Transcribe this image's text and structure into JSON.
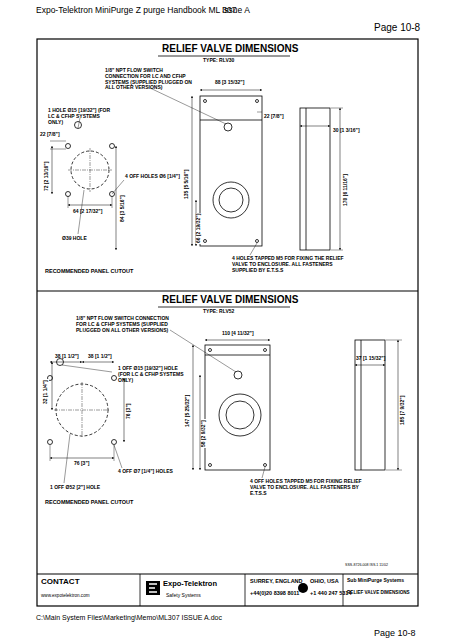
{
  "diagram": {
    "labels": [
      "Expo-Telektron MiniPurge Z purge Handbook ML 307",
      "Issue A",
      "Page 10-8",
      "RELIEF VALVE DIMENSIONS",
      "TYPE: RLV30",
      "1/8\" NPT FLOW SWITCH CONNECTION FOR LC AND CFHP SYSTEMS (SUPPLIED PLUGGED ON ALL OTHER VERSIONS)",
      "1 HOLE Ø15 [19/32\"] (FOR LC & CFHP SYSTEMS ONLY)",
      "88 [3 15/32\"]",
      "22 [7/8\"]",
      "30 [1 3/16\"]",
      "4 OFF HOLES Ø6 [1/4\"]",
      "22 [7/8\"]",
      "72 [2 13/16\"]",
      "64 [2 17/32\"]",
      "Ø39 HOLE",
      "84 [3 5/16\"]",
      "RECOMMENDED PANEL CUTOUT",
      "135 [5 5/16\"]",
      "66 [2 19/32\"]",
      "170 [6 11/16\"]",
      "4 HOLES TAPPED M5 FOR FIXING THE RELIEF VALVE TO ENCLOSURE. ALL FASTENERS SUPPLIED BY E.T.S.S",
      "RELIEF VALVE DIMENSIONS",
      "TYPE: RLV52",
      "1/8\" NPT FLOW SWITCH CONNECTION FOR LC & CFHP SYSTEMS (SUPPLIED PLUGGED ON ALL OTHER VERSIONS)",
      "110 [4 11/32\"]",
      "37 [1 15/32\"]",
      "38 [1 1/2\"]",
      "38 [1 1/2\"]",
      "1 OFF Ø15 [19/32\"] HOLE (FOR LC & CFHP SYSTEMS ONLY)",
      "32 [1 1/4\"]",
      "76 [3\"]",
      "147 [5 25/32\"]",
      "58 [2 9/32\"]",
      "185 [7 9/32\"]",
      "76 [3\"]",
      "4 OFF Ø7 [1/4\"] HOLES",
      "1 OFF Ø52 [2\"] HOLE",
      "RECOMMENDED PANEL CUTOUT",
      "4 OFF HOLES TAPPED M5 FOR FIXING RELIEF VALVE TO ENCLOSURE. ALL FASTENERS BY E.T.S.S",
      "SSS-8726-008 ISS.1 11/02",
      "CONTACT",
      "www.expotelektron.com",
      "Expo-Telektron",
      "Safety Systems",
      "SURREY, ENGLAND",
      "+44(0)20 8398 8011",
      "OHIO, USA",
      "+1 440 247 5314",
      "Sub MiniPurge Systems",
      "RELIEF VALVE DIMENSIONS",
      "C:\\Main System Files\\Marketing\\Memo\\ML307 ISSUE A.doc",
      "Page 10-8"
    ]
  }
}
